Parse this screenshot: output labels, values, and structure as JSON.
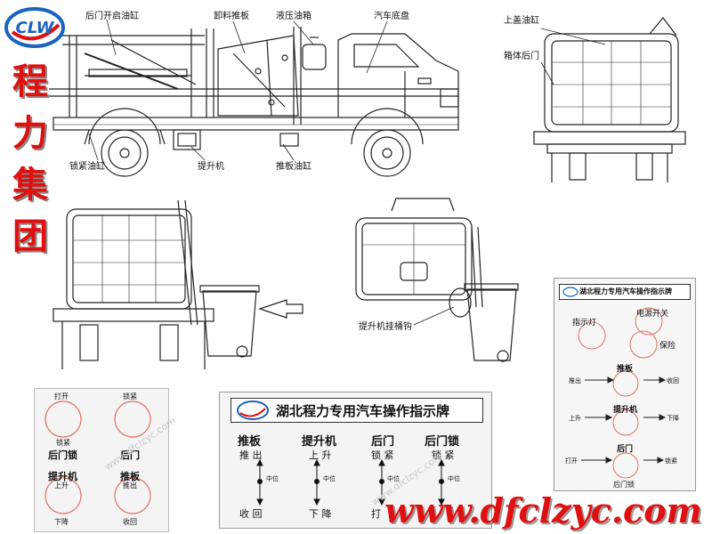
{
  "brand": {
    "logo_text": "CLW",
    "vertical_chars": [
      "程",
      "力",
      "集",
      "团"
    ],
    "website": "www.dfclzyc.com",
    "accent_color": "#e01010"
  },
  "side_view_labels": {
    "rear_door_cylinder": "后门开启油缸",
    "unload_pusher": "卸料推板",
    "hydraulic_tank": "液压油箱",
    "chassis": "汽车底盘",
    "lock_cylinder": "锁紧油缸",
    "lifter": "提升机",
    "pusher_cylinder": "推板油缸"
  },
  "rear_view_labels": {
    "top_cover_cylinder": "上盖油缸",
    "box_rear_door": "箱体后门"
  },
  "bin_view_labels": {
    "lifter_hook": "提升机挂桶钩"
  },
  "panel_small": {
    "open": "打开",
    "lock": "锁紧",
    "lock2": "锁紧",
    "rear_door_lock": "后门锁",
    "rear_door": "后门",
    "lifter": "提升机",
    "pusher": "推板",
    "up": "上升",
    "push_out": "推出",
    "down": "下降",
    "retract": "收回"
  },
  "panel_main": {
    "title": "湖北程力专用汽车操作指示牌",
    "columns": [
      {
        "header": "推板",
        "top": "推 出",
        "mid": "中位",
        "bottom": "收 回"
      },
      {
        "header": "提升机",
        "top": "上 升",
        "mid": "中位",
        "bottom": "下 降"
      },
      {
        "header": "后门",
        "top": "锁 紧",
        "mid": "中位",
        "bottom": "打"
      },
      {
        "header": "后门锁",
        "top": "锁 紧",
        "mid": "中位",
        "bottom": ""
      }
    ]
  },
  "panel_tall": {
    "title": "湖北程力专用汽车操作指示牌",
    "power_switch": "电源开关",
    "indicator": "指示灯",
    "fuse": "保险",
    "pusher": "推板",
    "push_out": "推出",
    "retract": "收回",
    "lifter": "提升机",
    "up": "上升",
    "down": "下降",
    "rear_door": "后门",
    "open": "打开",
    "lock": "锁紧",
    "rear_door_lock": "后门锁"
  },
  "watermark": "www.dfclzyc.com"
}
